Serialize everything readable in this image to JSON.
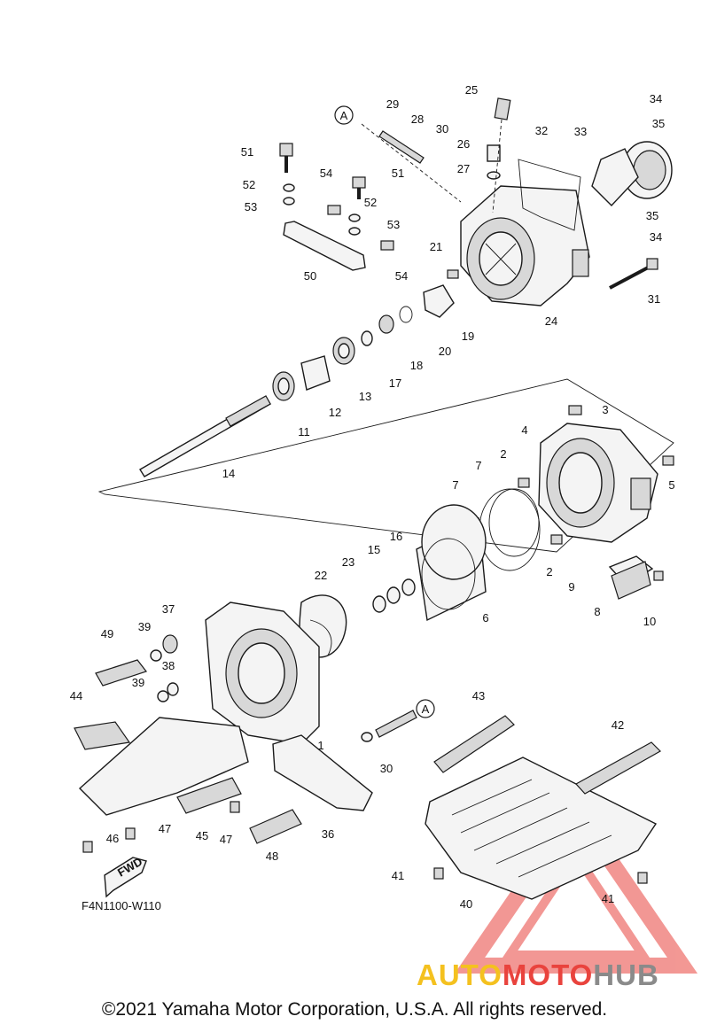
{
  "diagram": {
    "drawing_code": "F4N1100-W110",
    "fwd_label": "FWD",
    "ref_marker": "A",
    "callouts": [
      "1",
      "2",
      "2",
      "3",
      "4",
      "5",
      "6",
      "7",
      "7",
      "8",
      "9",
      "10",
      "11",
      "12",
      "13",
      "14",
      "15",
      "16",
      "17",
      "18",
      "19",
      "20",
      "21",
      "22",
      "23",
      "24",
      "25",
      "26",
      "27",
      "28",
      "29",
      "30",
      "30",
      "31",
      "32",
      "33",
      "34",
      "34",
      "35",
      "35",
      "36",
      "37",
      "38",
      "39",
      "39",
      "40",
      "41",
      "41",
      "42",
      "43",
      "44",
      "45",
      "46",
      "47",
      "47",
      "48",
      "49",
      "50",
      "51",
      "51",
      "52",
      "52",
      "53",
      "53",
      "54",
      "54"
    ]
  },
  "footer": {
    "copyright": "©2021 Yamaha Motor Corporation, U.S.A. All rights reserved."
  },
  "watermark": {
    "part1": "AUTO",
    "part2": "MOTO",
    "part3": "HUB",
    "colors": {
      "yellow": "#f4c11f",
      "red": "#e9433d",
      "gray": "#8a8a8a"
    }
  }
}
